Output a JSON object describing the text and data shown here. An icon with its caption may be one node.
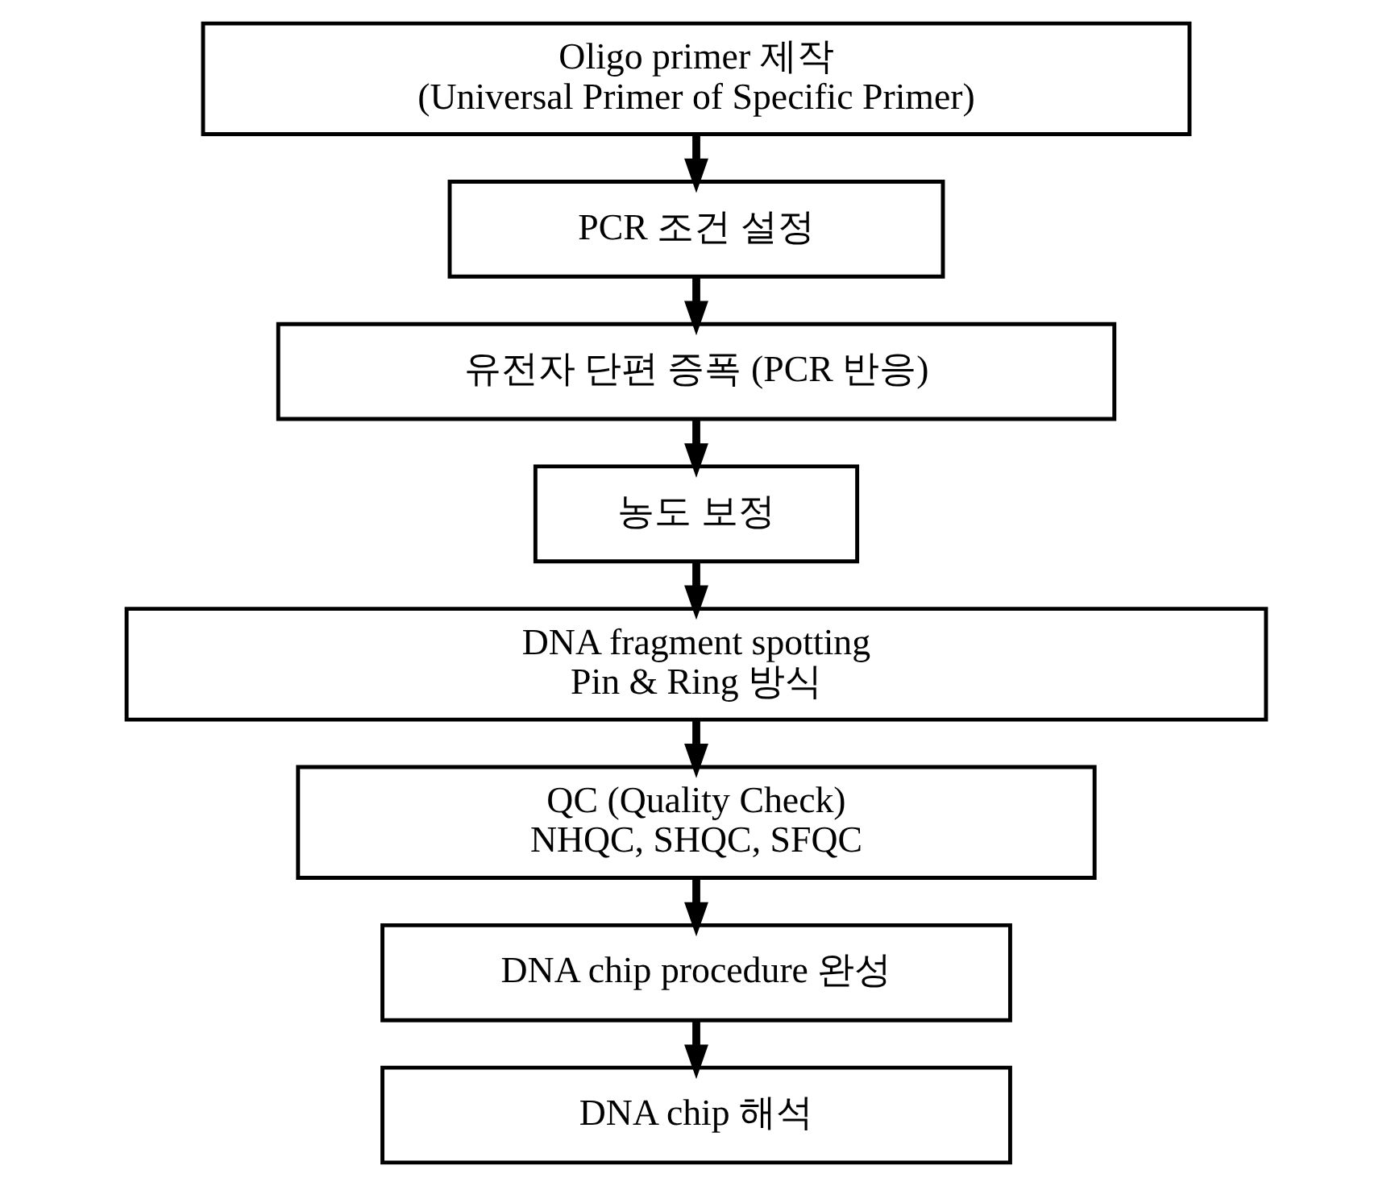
{
  "diagram": {
    "nodes": [
      {
        "text": [
          "Oligo primer 제작",
          "(Universal Primer of Specific Primer)"
        ]
      },
      {
        "text": [
          "PCR 조건 설정"
        ]
      },
      {
        "text": [
          "유전자 단편 증폭 (PCR 반응)"
        ]
      },
      {
        "text": [
          "농도 보정"
        ]
      },
      {
        "text": [
          "DNA fragment spotting",
          "Pin & Ring 방식"
        ]
      },
      {
        "text": [
          "QC (Quality Check)",
          "NHQC, SHQC, SFQC"
        ]
      },
      {
        "text": [
          "DNA chip procedure 완성"
        ]
      },
      {
        "text": [
          "DNA chip 해석"
        ]
      }
    ],
    "edges": [
      {
        "from": 0,
        "to": 1,
        "arrow": "to"
      },
      {
        "from": 1,
        "to": 2,
        "arrow": "to"
      },
      {
        "from": 2,
        "to": 3,
        "arrow": "to"
      },
      {
        "from": 3,
        "to": 4,
        "arrow": "to"
      },
      {
        "from": 4,
        "to": 5,
        "arrow": "to"
      },
      {
        "from": 5,
        "to": 6,
        "arrow": "to"
      },
      {
        "from": 6,
        "to": 7,
        "arrow": "to"
      }
    ]
  }
}
